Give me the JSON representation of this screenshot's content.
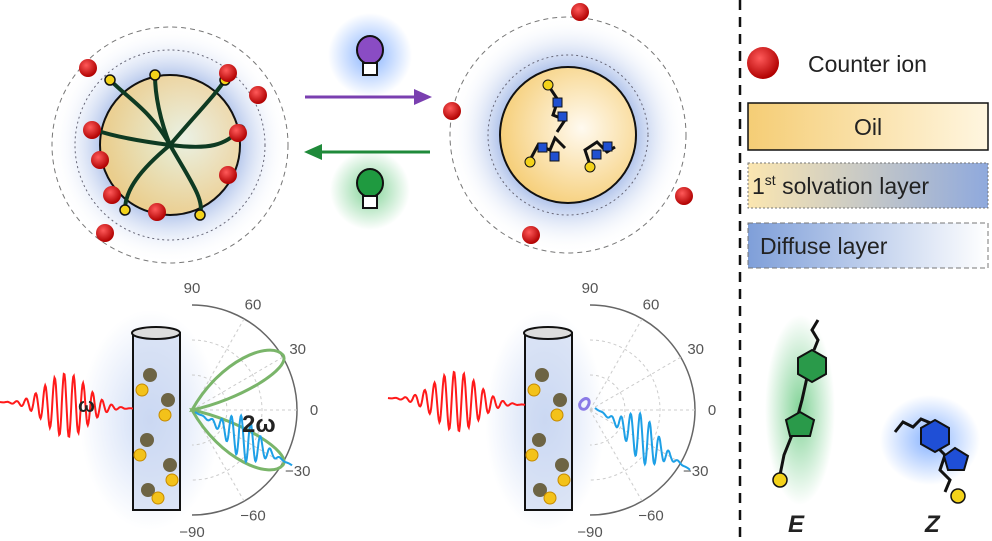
{
  "legend": {
    "counter_ion": "Counter ion",
    "oil": "Oil",
    "solvation_prefix": "1",
    "solvation_sup": "st",
    "solvation_suffix": " solvation layer",
    "diffuse": "Diffuse layer"
  },
  "beam": {
    "fundamental": "ω",
    "harmonic": "2ω"
  },
  "polar_ticks": [
    "90",
    "60",
    "30",
    "0",
    "−30",
    "−60",
    "−90"
  ],
  "isomers": {
    "e_label": "E",
    "z_label": "Z"
  },
  "colors": {
    "counter_ion": "#d40000",
    "oil": "#f6d27a",
    "diffuse": "#7d9fd8",
    "uv_light": "#7a3fb0",
    "visible_light": "#1f8a3a",
    "laser": "#ff1a1a",
    "shg": "#1ea0e6",
    "polar_lobe": "#7ab56a"
  }
}
